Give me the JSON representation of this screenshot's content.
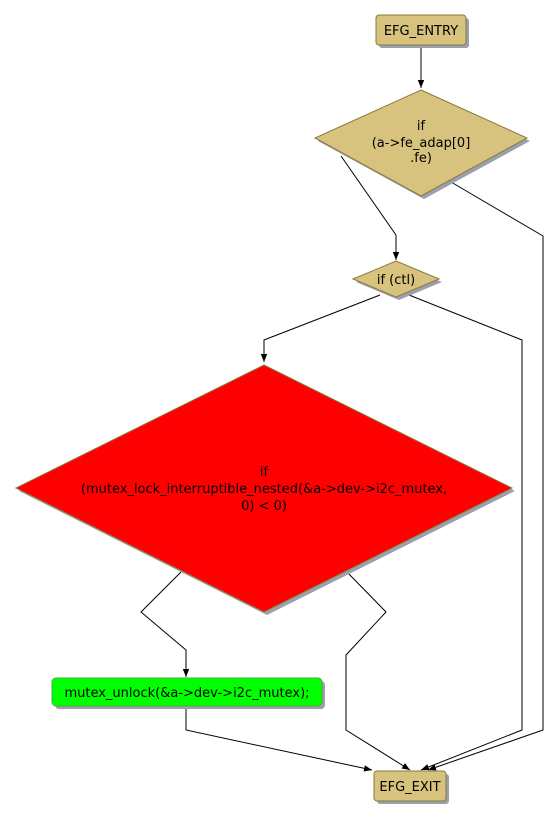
{
  "colors": {
    "node_tan": "#d7c27e",
    "node_border": "#8a7a3f",
    "node_red": "#ff0000",
    "node_green": "#00ff00",
    "shadow": "#9aa0ad",
    "edge": "#000000"
  },
  "nodes": {
    "entry": {
      "label": "EFG_ENTRY"
    },
    "if_fe": {
      "line1": "if",
      "line2": "(a->fe_adap[0]",
      "line3": ".fe)"
    },
    "if_ctl": {
      "label": "if (ctl)"
    },
    "if_mutex": {
      "line1": "if",
      "line2": "(mutex_lock_interruptible_nested(&a->dev->i2c_mutex,",
      "line3": "0) < 0)"
    },
    "unlock": {
      "label": "mutex_unlock(&a->dev->i2c_mutex);"
    },
    "exit": {
      "label": "EFG_EXIT"
    }
  }
}
